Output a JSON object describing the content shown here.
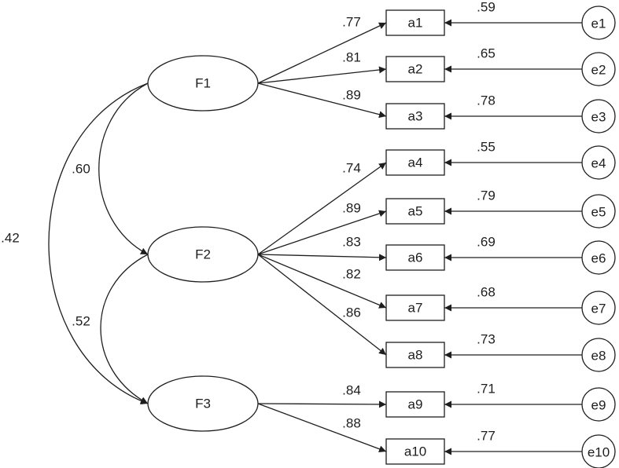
{
  "factors": [
    {
      "id": "F1",
      "label": "F1"
    },
    {
      "id": "F2",
      "label": "F2"
    },
    {
      "id": "F3",
      "label": "F3"
    }
  ],
  "items": [
    {
      "label": "a1",
      "factor": "F1",
      "loading": ".77",
      "error_label": "e1",
      "error_value": ".59"
    },
    {
      "label": "a2",
      "factor": "F1",
      "loading": ".81",
      "error_label": "e2",
      "error_value": ".65"
    },
    {
      "label": "a3",
      "factor": "F1",
      "loading": ".89",
      "error_label": "e3",
      "error_value": ".78"
    },
    {
      "label": "a4",
      "factor": "F2",
      "loading": ".74",
      "error_label": "e4",
      "error_value": ".55"
    },
    {
      "label": "a5",
      "factor": "F2",
      "loading": ".89",
      "error_label": "e5",
      "error_value": ".79"
    },
    {
      "label": "a6",
      "factor": "F2",
      "loading": ".83",
      "error_label": "e6",
      "error_value": ".69"
    },
    {
      "label": "a7",
      "factor": "F2",
      "loading": ".82",
      "error_label": "e7",
      "error_value": ".68"
    },
    {
      "label": "a8",
      "factor": "F2",
      "loading": ".86",
      "error_label": "e8",
      "error_value": ".73"
    },
    {
      "label": "a9",
      "factor": "F3",
      "loading": ".84",
      "error_label": "e9",
      "error_value": ".71"
    },
    {
      "label": "a10",
      "factor": "F3",
      "loading": ".88",
      "error_label": "e10",
      "error_value": ".77"
    }
  ],
  "correlations": [
    {
      "from": "F1",
      "to": "F2",
      "value": ".60"
    },
    {
      "from": "F2",
      "to": "F3",
      "value": ".52"
    },
    {
      "from": "F1",
      "to": "F3",
      "value": ".42"
    }
  ],
  "colors": {
    "line": "#1e1e1e",
    "background": "#ffffff"
  }
}
